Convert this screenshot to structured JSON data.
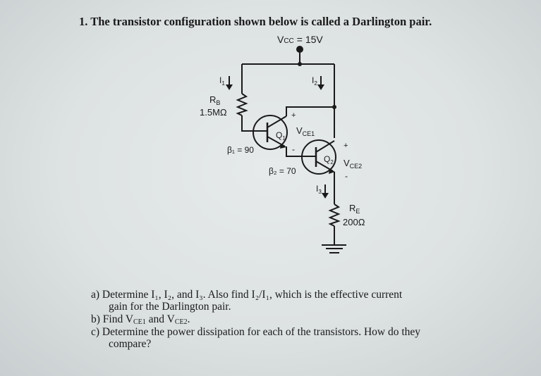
{
  "problem": {
    "number": "1.",
    "statement": "The transistor configuration shown below is called a Darlington pair."
  },
  "circuit": {
    "vcc_label": "Vcc",
    "vcc_sub": "CC",
    "vcc_value": "= 15V",
    "i1": "I",
    "i1_sub": "1",
    "i2": "I",
    "i2_sub": "2",
    "i3": "I",
    "i3_sub": "3",
    "rb_label": "R",
    "rb_sub": "B",
    "rb_value": "1.5MΩ",
    "q1_label": "Q",
    "q1_sub": "1",
    "q2_label": "Q",
    "q2_sub": "2",
    "vce1_label": "V",
    "vce1_sub": "CE1",
    "vce2_label": "V",
    "vce2_sub": "CE2",
    "beta1": "β₁ = 90",
    "beta2": "β₂ = 70",
    "re_label": "R",
    "re_sub": "E",
    "re_value": "200Ω",
    "plus": "+",
    "minus": "-"
  },
  "questions": [
    {
      "label": "a)",
      "line1": "Determine I₁, I₂, and I₃.  Also find I₂/I₁, which is the effective current",
      "line2": "gain for the Darlington pair."
    },
    {
      "label": "b)",
      "text_a": "Find V",
      "sub1": "CE1",
      "text_b": " and V",
      "sub2": "CE2",
      "text_c": "."
    },
    {
      "label": "c)",
      "line1": "Determine the power dissipation for each of the transistors.  How do they",
      "line2": "compare?"
    }
  ]
}
